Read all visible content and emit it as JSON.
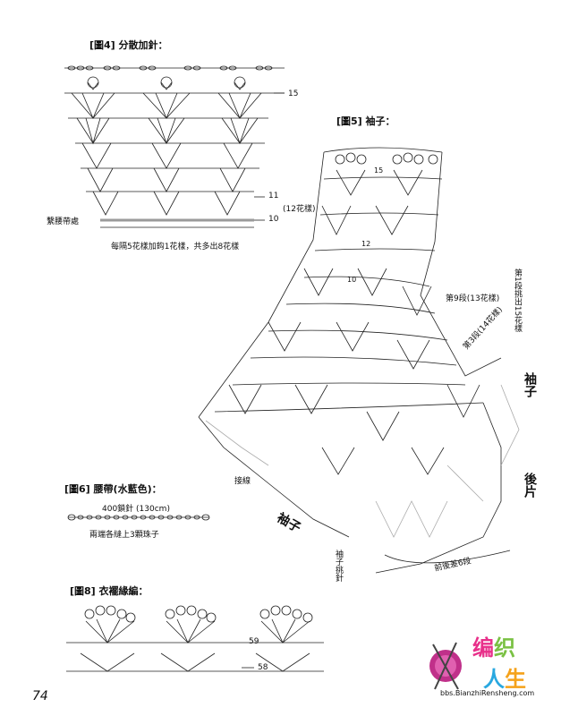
{
  "fig4": {
    "title": "[圖4] 分散加針：",
    "row_15": "15",
    "row_11": "11",
    "row_10": "10",
    "belt_label": "繫腰帶處",
    "note": "每隔5花樣加鈎1花樣，共多出8花樣"
  },
  "fig5": {
    "title": "[圖5] 袖子：",
    "flowers_12": "(12花樣)",
    "row_15": "15",
    "row_12": "12",
    "row_10": "10",
    "row9_note": "第9段(13花樣)",
    "pick_up": "第1段挑出15花樣",
    "row3_note": "第3段(14花樣)",
    "sleeve_right": "袖子",
    "back_piece": "後片",
    "sleeve_left": "袖子",
    "join": "接線",
    "sleeve_pick": "袖子挑針",
    "front_back_diff": "前後差6段"
  },
  "fig6": {
    "title": "[圖6] 腰帶(水藍色)：",
    "chain": "400鎖針 (130cm)",
    "note": "兩端各縫上3顆珠子"
  },
  "fig8": {
    "title": "[圖8] 衣襬緣編：",
    "row_59": "59",
    "row_58": "58"
  },
  "page_number": "74",
  "logo": {
    "chars": [
      "编",
      "织",
      "人",
      "生"
    ],
    "url": "bbs.BianzhiRensheng.com",
    "colors": [
      "#e8308a",
      "#7ac143",
      "#29a8e0",
      "#f5a21b"
    ]
  }
}
